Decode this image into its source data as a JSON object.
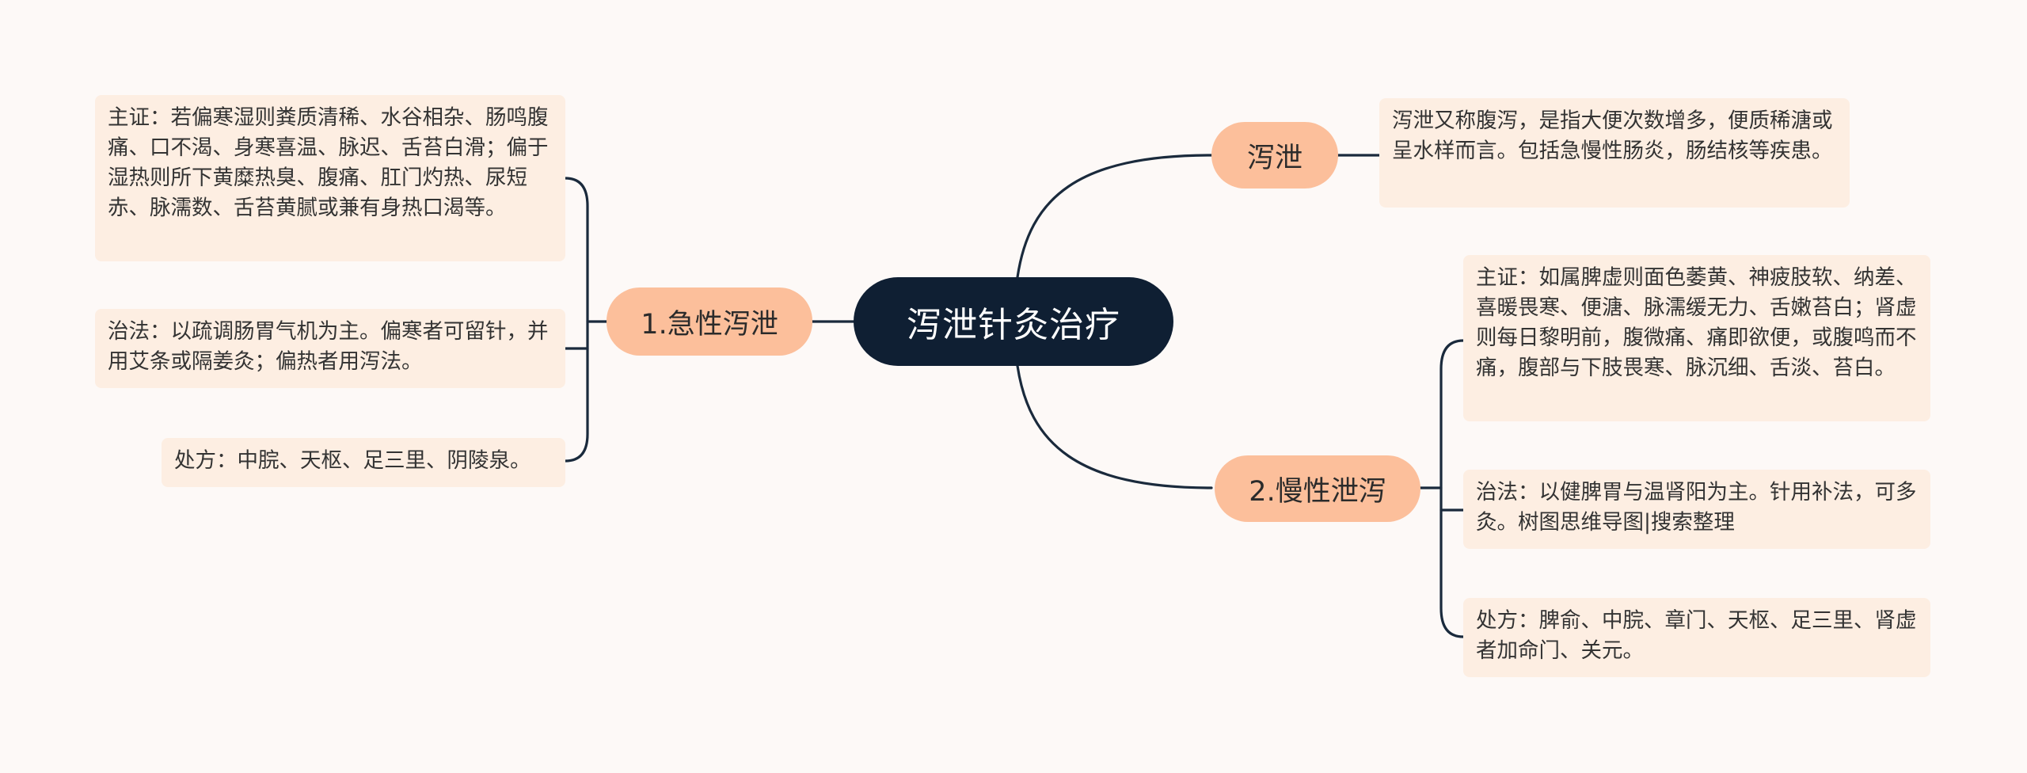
{
  "root": {
    "label": "泻泄针灸治疗"
  },
  "branches": {
    "definition": {
      "label": "泻泄",
      "note": "泻泄又称腹泻，是指大便次数增多，便质稀溏或呈水样而言。包括急慢性肠炎，肠结核等疾患。"
    },
    "acute": {
      "label": "1.急性泻泄",
      "children": [
        "主证：若偏寒湿则粪质清稀、水谷相杂、肠鸣腹痛、口不渴、身寒喜温、脉迟、舌苔白滑；偏于湿热则所下黄糜热臭、腹痛、肛门灼热、尿短赤、脉濡数、舌苔黄腻或兼有身热口渴等。",
        "治法：以疏调肠胃气机为主。偏寒者可留针，并用艾条或隔姜灸；偏热者用泻法。",
        "处方：中脘、天枢、足三里、阴陵泉。"
      ]
    },
    "chronic": {
      "label": "2.慢性泄泻",
      "children": [
        "主证：如属脾虚则面色萎黄、神疲肢软、纳差、喜暖畏寒、便溏、脉濡缓无力、舌嫩苔白；肾虚则每日黎明前，腹微痛、痛即欲便，或腹鸣而不痛，腹部与下肢畏寒、脉沉细、舌淡、苔白。",
        "治法：以健脾胃与温肾阳为主。针用补法，可多灸。树图思维导图|搜索整理",
        "处方：脾俞、中脘、章门、天枢、足三里、肾虚者加命门、关元。"
      ]
    }
  },
  "colors": {
    "background": "#fdf9f7",
    "root_fill": "#0f1f33",
    "branch_fill": "#fcbf9b",
    "leaf_fill": "#fdeee2",
    "connector": "#1a2a3c"
  }
}
